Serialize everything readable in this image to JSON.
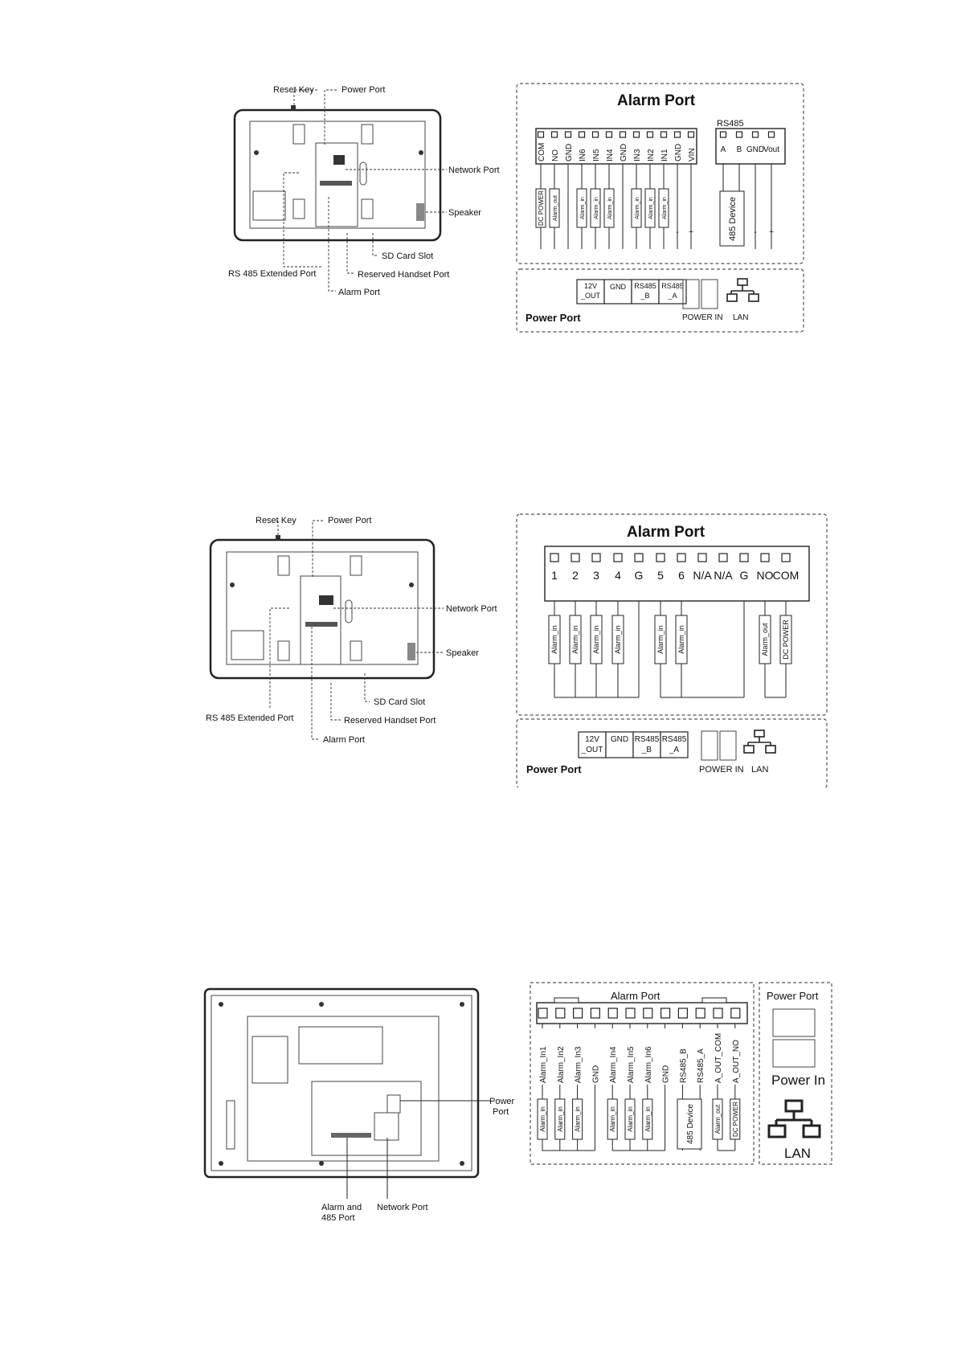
{
  "figure1": {
    "device_labels": {
      "reset_key": "Reset Key",
      "power_port": "Power Port",
      "network_port": "Network Port",
      "speaker": "Speaker",
      "sd_card_slot": "SD Card Slot",
      "reserved_handset_port": "Reserved Handset Port",
      "rs485_extended_port": "RS 485 Extended Port",
      "alarm_port": "Alarm Port"
    },
    "alarm_panel": {
      "title": "Alarm Port",
      "terminals": [
        "COM",
        "NO",
        "GND",
        "IN6",
        "IN5",
        "IN4",
        "GND",
        "IN3",
        "IN2",
        "IN1",
        "GND",
        "VIN"
      ],
      "rs485_title": "RS485",
      "rs485_terminals": [
        "A",
        "B",
        "GND",
        "Vout"
      ],
      "resistor_labels": [
        "DC",
        "POWER",
        "Alarm_out",
        "Alarm_in",
        "Alarm_in",
        "Alarm_in",
        "Alarm_in",
        "Alarm_in",
        "Alarm_in"
      ],
      "device_label": "485 Device",
      "polarity": [
        "-",
        "+",
        "-",
        "+"
      ]
    },
    "power_panel": {
      "title": "Power Port",
      "cells": [
        "12V _OUT",
        "GND",
        "RS485 _B",
        "RS485 _A"
      ],
      "power_in": "POWER IN",
      "lan": "LAN"
    }
  },
  "figure2": {
    "device_labels": {
      "reset_key": "Reset Key",
      "power_port": "Power Port",
      "network_port": "Network Port",
      "speaker": "Speaker",
      "sd_card_slot": "SD Card Slot",
      "reserved_handset_port": "Reserved Handset Port",
      "rs485_extended_port": "RS 485 Extended Port",
      "alarm_port": "Alarm Port"
    },
    "alarm_panel": {
      "title": "Alarm Port",
      "terminals": [
        "1",
        "2",
        "3",
        "4",
        "G",
        "5",
        "6",
        "N/A",
        "N/A",
        "G",
        "NO",
        "COM"
      ],
      "resistor_labels": [
        "Alarm_in",
        "Alarm_in",
        "Alarm_in",
        "Alarm_in",
        "Alarm_in",
        "Alarm_in",
        "Alarm_out",
        "DC",
        "POWER"
      ]
    },
    "power_panel": {
      "title": "Power Port",
      "cells": [
        "12V _OUT",
        "GND",
        "RS485 _B",
        "RS485 _A"
      ],
      "power_in": "POWER IN",
      "lan": "LAN"
    }
  },
  "figure3": {
    "device_labels": {
      "power_port": "Power Port",
      "alarm_485": "Alarm and 485 Port",
      "network_port": "Network Port"
    },
    "alarm_panel": {
      "title": "Alarm  Port",
      "terminals": [
        "Alarm_In1",
        "Alarm_In2",
        "Alarm_In3",
        "GND",
        "Alarm_In4",
        "Alarm_In5",
        "Alarm_In6",
        "GND",
        "RS485_B",
        "RS485_A",
        "A_OUT_COM",
        "A_OUT_NO"
      ],
      "resistor_labels": [
        "Alarm_in",
        "Alarm_in",
        "Alarm_in",
        "Alarm_in",
        "Alarm_in",
        "Alarm_in",
        "485 Device",
        "Alarm_out",
        "DC",
        "POWER"
      ]
    },
    "power_panel": {
      "title": "Power Port",
      "power_in": "Power In",
      "lan": "LAN"
    }
  }
}
